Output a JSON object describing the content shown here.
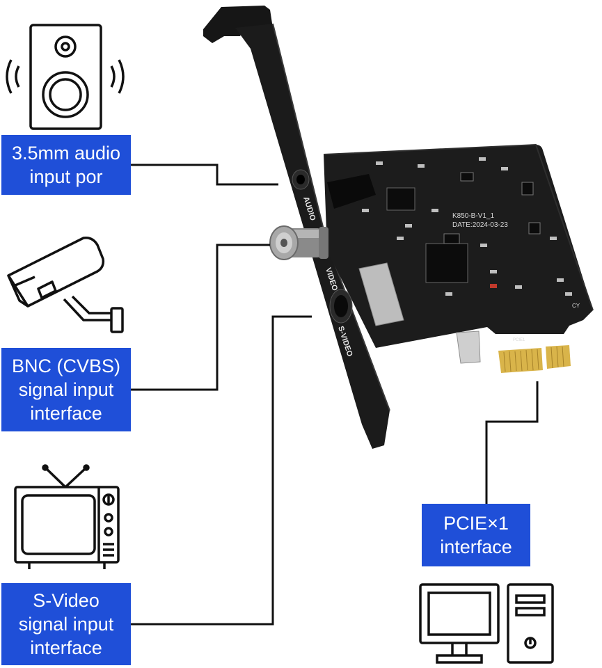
{
  "labels": {
    "audio": {
      "line1": "3.5mm audio",
      "line2": "input por"
    },
    "bnc": {
      "line1": "BNC (CVBS)",
      "line2": "signal input",
      "line3": "interface"
    },
    "svideo": {
      "line1": "S-Video",
      "line2": "signal input",
      "line3": "interface"
    },
    "pcie": {
      "line1": "PCIE×1",
      "line2": "interface"
    }
  },
  "bracket": {
    "audio": "AUDIO",
    "video": "VIDEO",
    "svideo": "S-VIDEO"
  },
  "board": {
    "model": "K850-B-V1_1",
    "date": "DATE:2024-03-23",
    "slot": "PCIE1",
    "mark": "CY"
  },
  "icons": [
    "speaker-icon",
    "security-camera-icon",
    "tv-icon",
    "desktop-computer-icon"
  ],
  "colors": {
    "label_bg": "#1f4fd8",
    "label_text": "#ffffff",
    "board": "#1a1a1a",
    "gold": "#d9b44a"
  }
}
